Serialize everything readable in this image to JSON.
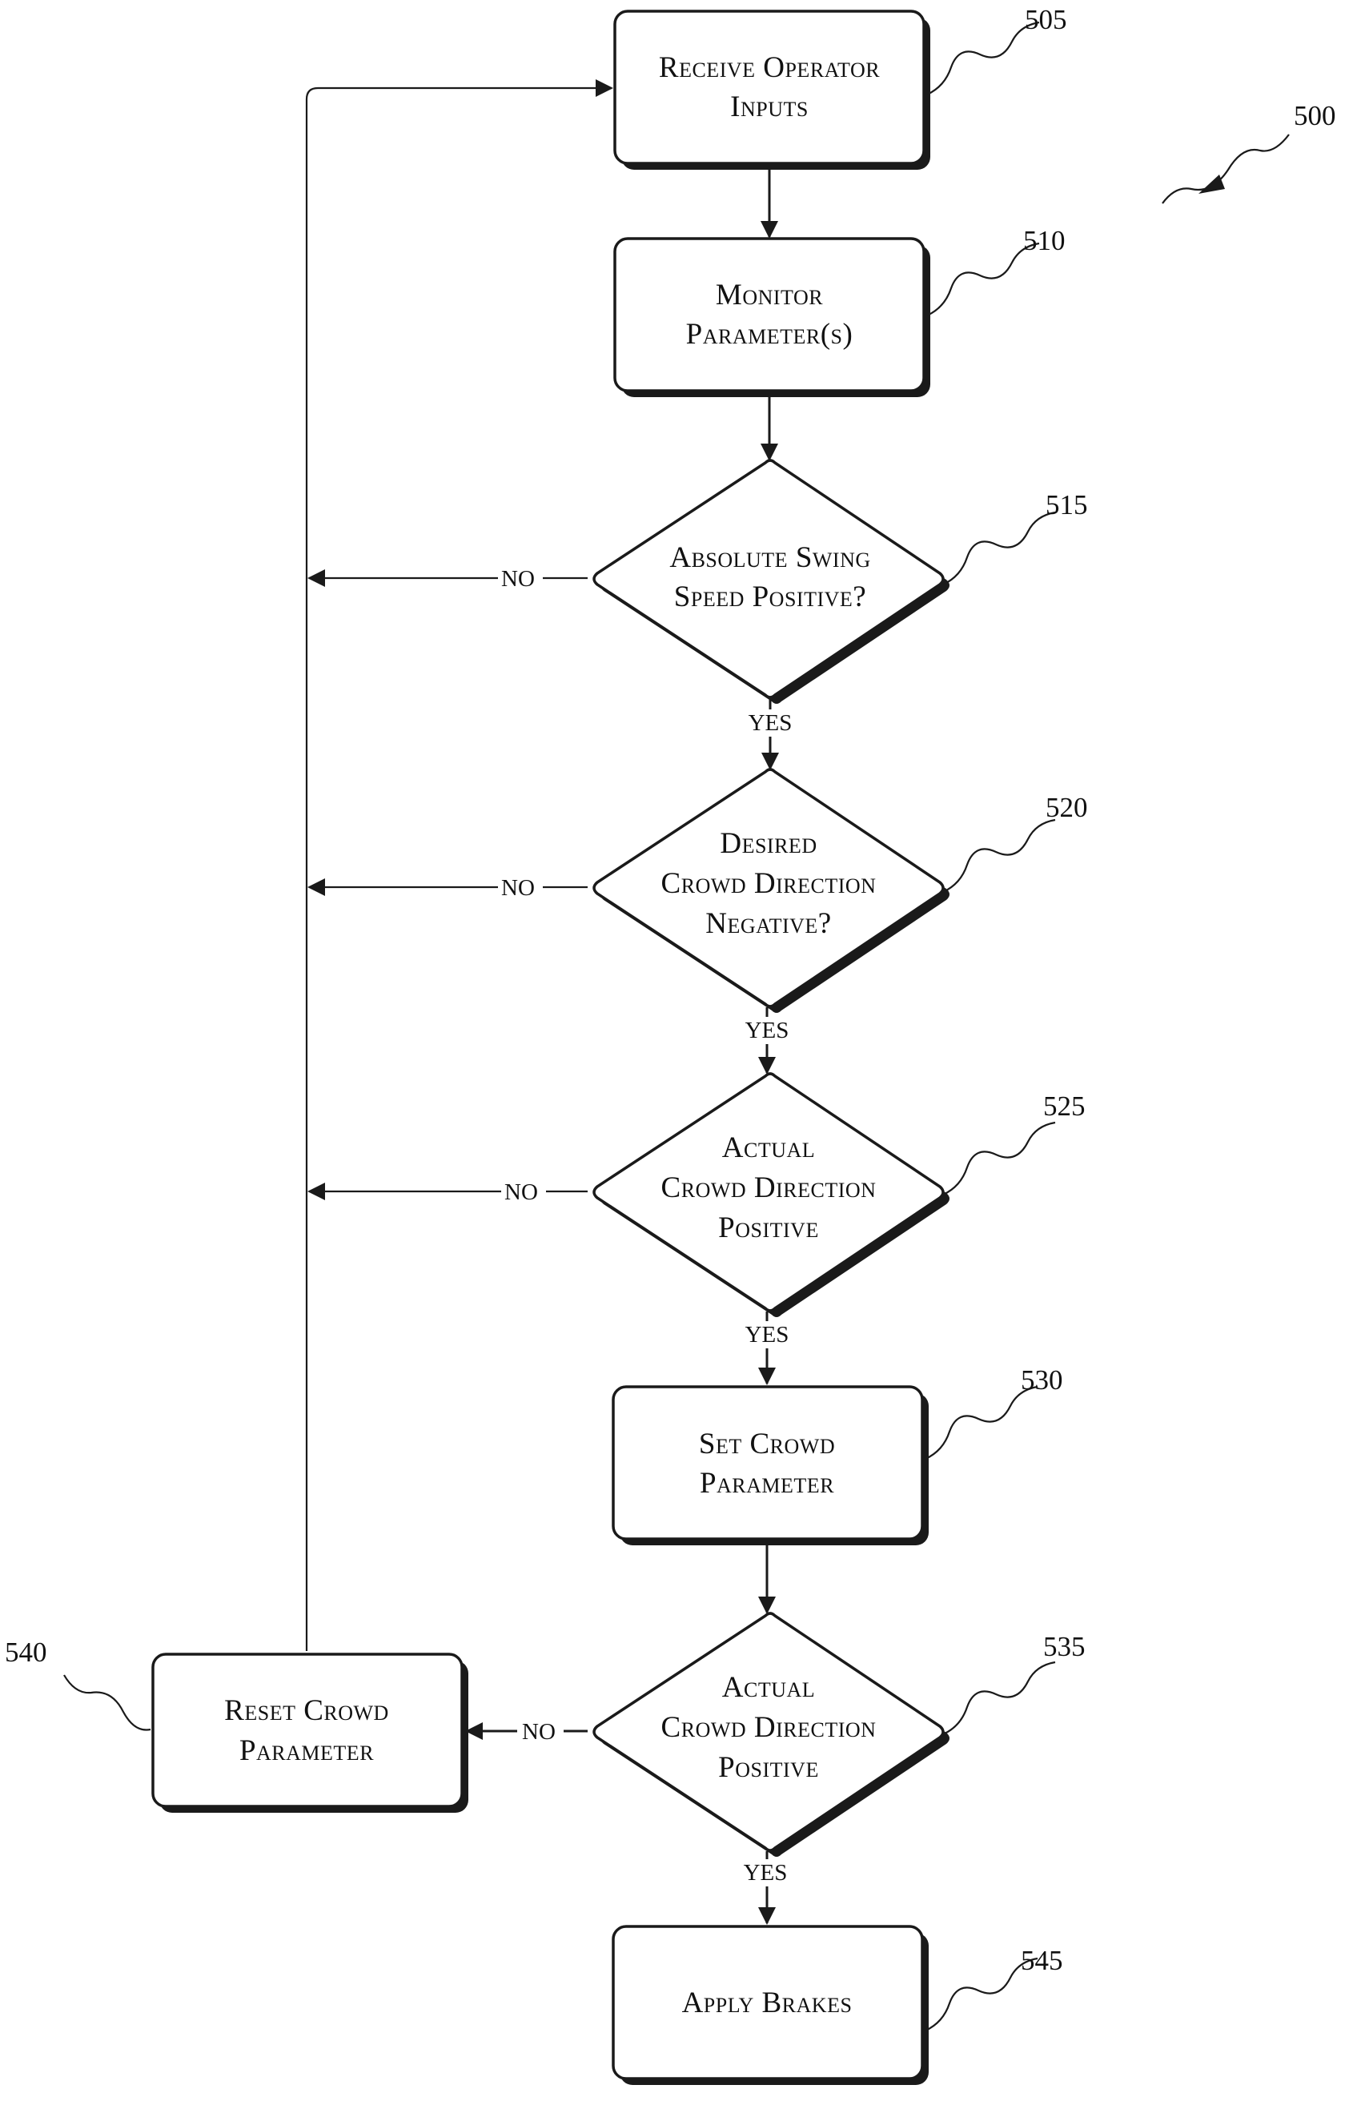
{
  "figure_ref": "500",
  "nodes": [
    {
      "id": "505",
      "ref": "505",
      "lines": [
        "Receive Operator",
        "Inputs"
      ]
    },
    {
      "id": "510",
      "ref": "510",
      "lines": [
        "Monitor",
        "Parameter(s)"
      ]
    },
    {
      "id": "515",
      "ref": "515",
      "lines": [
        "Absolute Swing",
        "Speed Positive?"
      ]
    },
    {
      "id": "520",
      "ref": "520",
      "lines": [
        "Desired",
        "Crowd Direction",
        "Negative?"
      ]
    },
    {
      "id": "525",
      "ref": "525",
      "lines": [
        "Actual",
        "Crowd Direction",
        "Positive"
      ]
    },
    {
      "id": "530",
      "ref": "530",
      "lines": [
        "Set Crowd",
        "Parameter"
      ]
    },
    {
      "id": "535",
      "ref": "535",
      "lines": [
        "Actual",
        "Crowd Direction",
        "Positive"
      ]
    },
    {
      "id": "540",
      "ref": "540",
      "lines": [
        "Reset Crowd",
        "Parameter"
      ]
    },
    {
      "id": "545",
      "ref": "545",
      "lines": [
        "Apply Brakes"
      ]
    }
  ],
  "edges": [
    {
      "from": "505",
      "to": "510",
      "label": ""
    },
    {
      "from": "510",
      "to": "515",
      "label": ""
    },
    {
      "from": "515",
      "to": "520",
      "label": "YES"
    },
    {
      "from": "515",
      "to": "505",
      "label": "NO"
    },
    {
      "from": "520",
      "to": "525",
      "label": "YES"
    },
    {
      "from": "520",
      "to": "505",
      "label": "NO"
    },
    {
      "from": "525",
      "to": "530",
      "label": "YES"
    },
    {
      "from": "525",
      "to": "505",
      "label": "NO"
    },
    {
      "from": "530",
      "to": "535",
      "label": ""
    },
    {
      "from": "535",
      "to": "545",
      "label": "YES"
    },
    {
      "from": "535",
      "to": "540",
      "label": "NO"
    },
    {
      "from": "540",
      "to": "505",
      "label": ""
    }
  ]
}
